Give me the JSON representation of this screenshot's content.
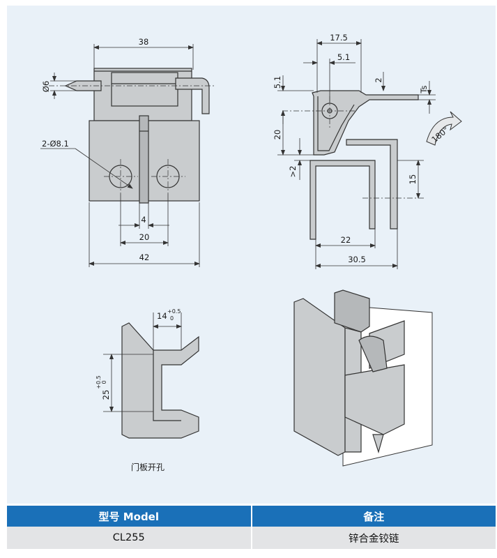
{
  "drawings": {
    "front_view": {
      "dim_width_top": "38",
      "dim_pin_dia": "Ø6",
      "dim_holes": "2-Ø8.1",
      "dim_gap": "4",
      "dim_hole_spacing": "20",
      "dim_width_bottom": "42"
    },
    "side_view": {
      "dim_17_5": "17.5",
      "dim_5_1_top": "5.1",
      "dim_5_1_left": "5.1",
      "dim_2_top": "2",
      "dim_ts": "Ts",
      "dim_20": "20",
      "dim_gt2": ">2",
      "dim_15": "15",
      "dim_22": "22",
      "dim_30_5": "30.5",
      "rotation_label": "180°"
    },
    "door_cutout": {
      "width_value": "14",
      "width_tol_upper": "+0.5",
      "width_tol_lower": "0",
      "height_value": "25",
      "height_tol_upper": "+0.5",
      "height_tol_lower": "0",
      "caption": "门板开孔"
    }
  },
  "table": {
    "headers": [
      "型号 Model",
      "备注"
    ],
    "rows": [
      [
        "CL255",
        "锌合金铰链"
      ]
    ]
  },
  "colors": {
    "header_bg": "#1a70b8",
    "sheet_bg": "#e9f1f8",
    "row_bg": "#e3e4e6"
  }
}
